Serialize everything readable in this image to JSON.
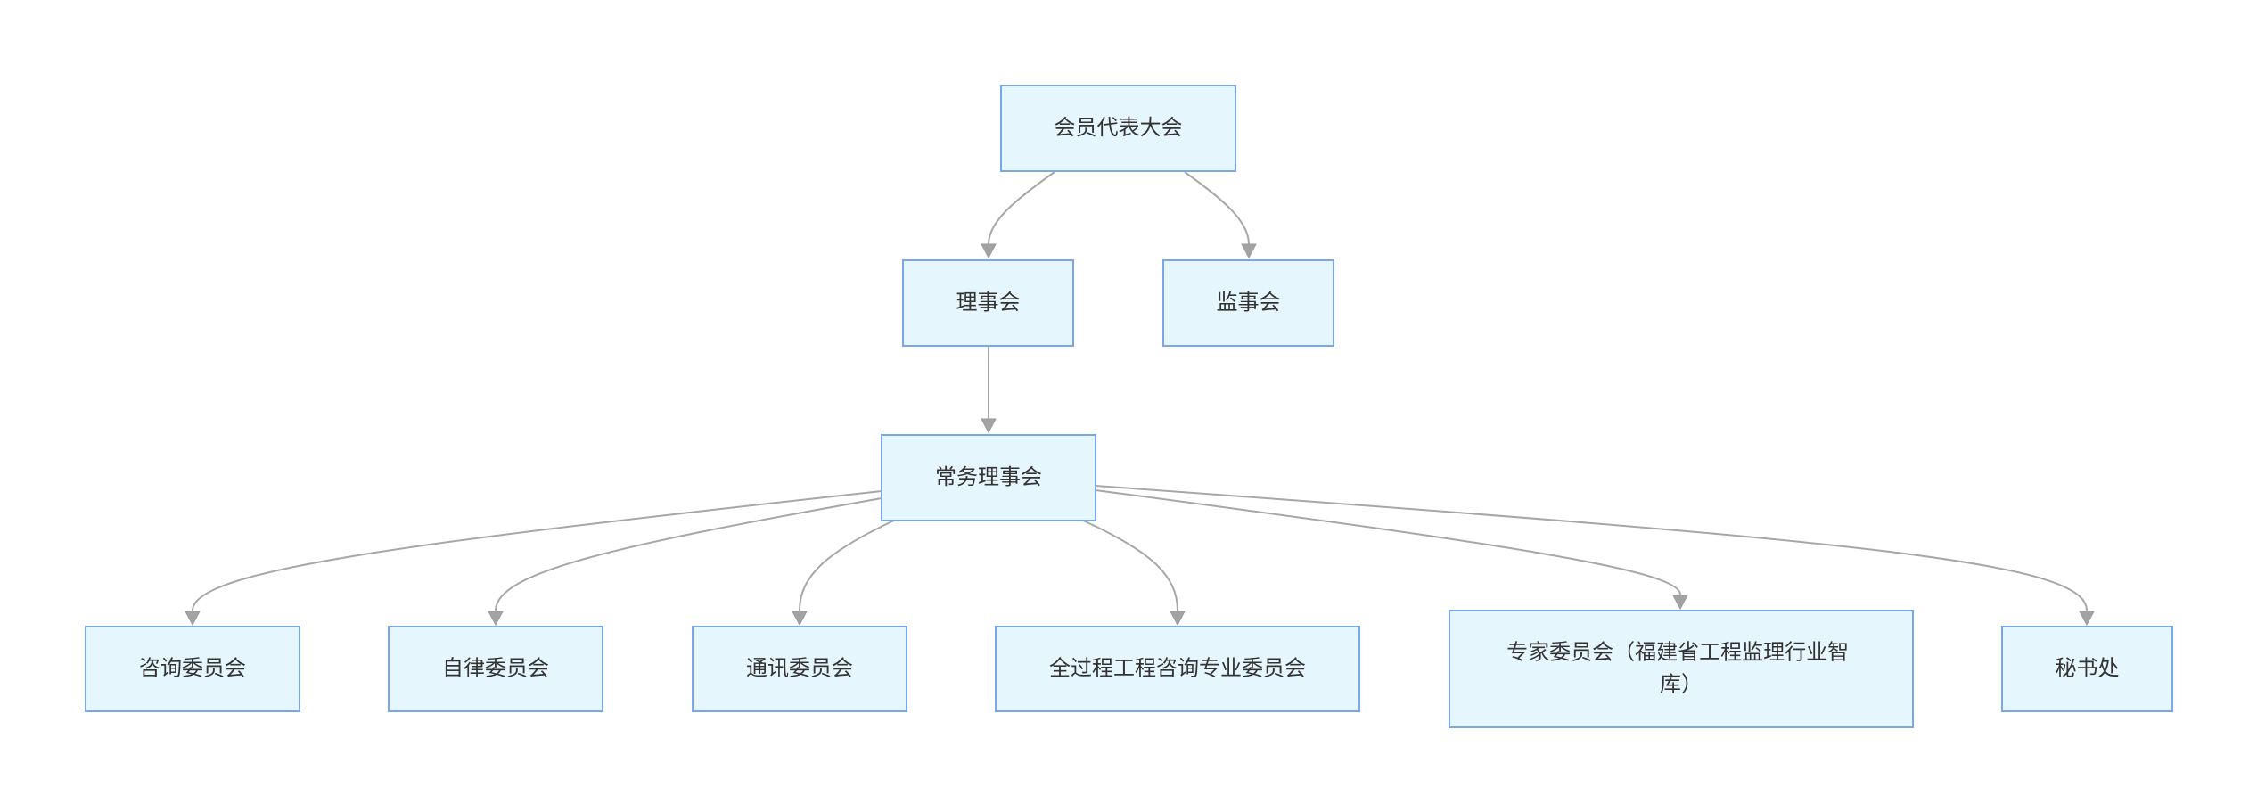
{
  "nodes": [
    {
      "id": "congress",
      "label": "会员代表大会",
      "parent": ""
    },
    {
      "id": "council",
      "label": "理事会",
      "parent": "congress"
    },
    {
      "id": "supervisory",
      "label": "监事会",
      "parent": "congress"
    },
    {
      "id": "standing",
      "label": "常务理事会",
      "parent": "council"
    },
    {
      "id": "consulting",
      "label": "咨询委员会",
      "parent": "standing"
    },
    {
      "id": "discipline",
      "label": "自律委员会",
      "parent": "standing"
    },
    {
      "id": "communication",
      "label": "通讯委员会",
      "parent": "standing"
    },
    {
      "id": "fullprocess",
      "label": "全过程工程咨询专业委员会",
      "parent": "standing"
    },
    {
      "id": "expert",
      "label": "专家委员会（福建省工程监理行业智库）",
      "parent": "standing"
    },
    {
      "id": "secretariat",
      "label": "秘书处",
      "parent": "standing"
    }
  ]
}
